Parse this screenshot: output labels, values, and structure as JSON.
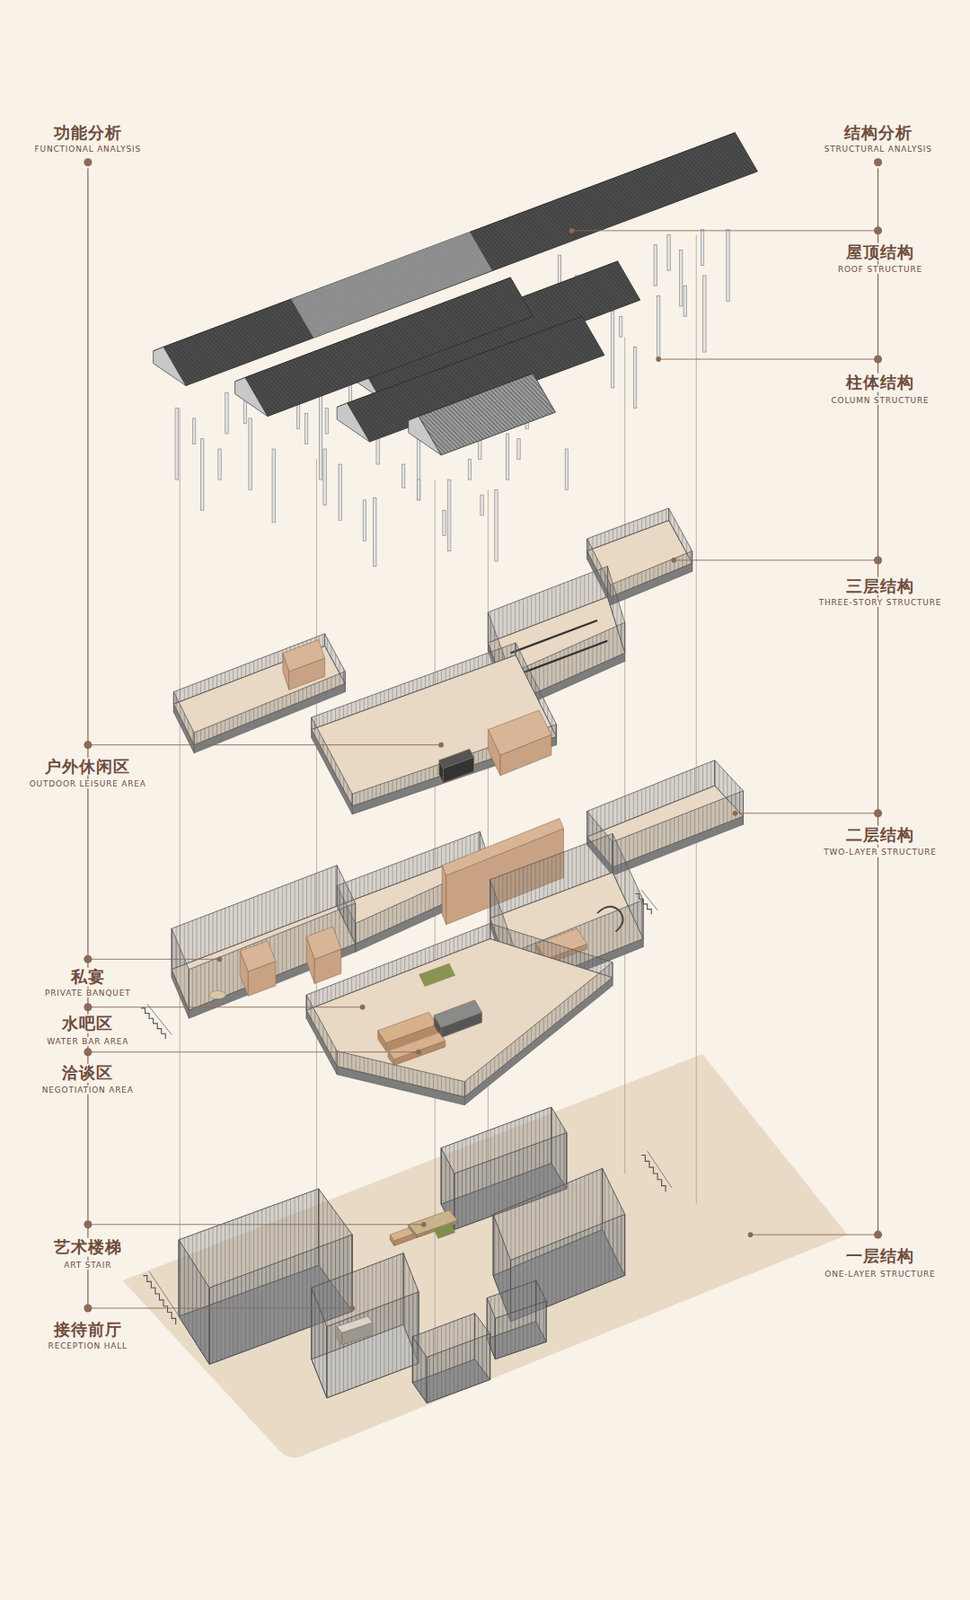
{
  "diagram": {
    "labels": [
      "功能分析",
      "FUNCTIONAL ANALYSIS",
      "户外休闲区",
      "OUTDOOR LEISURE AREA",
      "私宴",
      "PRIVATE BANQUET",
      "水吧区",
      "WATER BAR AREA",
      "洽谈区",
      "NEGOTIATION AREA",
      "艺术楼梯",
      "ART STAIR",
      "接待前厅",
      "RECEPTION HALL",
      "结构分析",
      "STRUCTURAL ANALYSIS",
      "屋顶结构",
      "ROOF STRUCTURE",
      "柱体结构",
      "COLUMN STRUCTURE",
      "三层结构",
      "THREE-STORY STRUCTURE",
      "二层结构",
      "TWO-LAYER STRUCTURE",
      "一层结构",
      "ONE-LAYER STRUCTURE"
    ]
  }
}
